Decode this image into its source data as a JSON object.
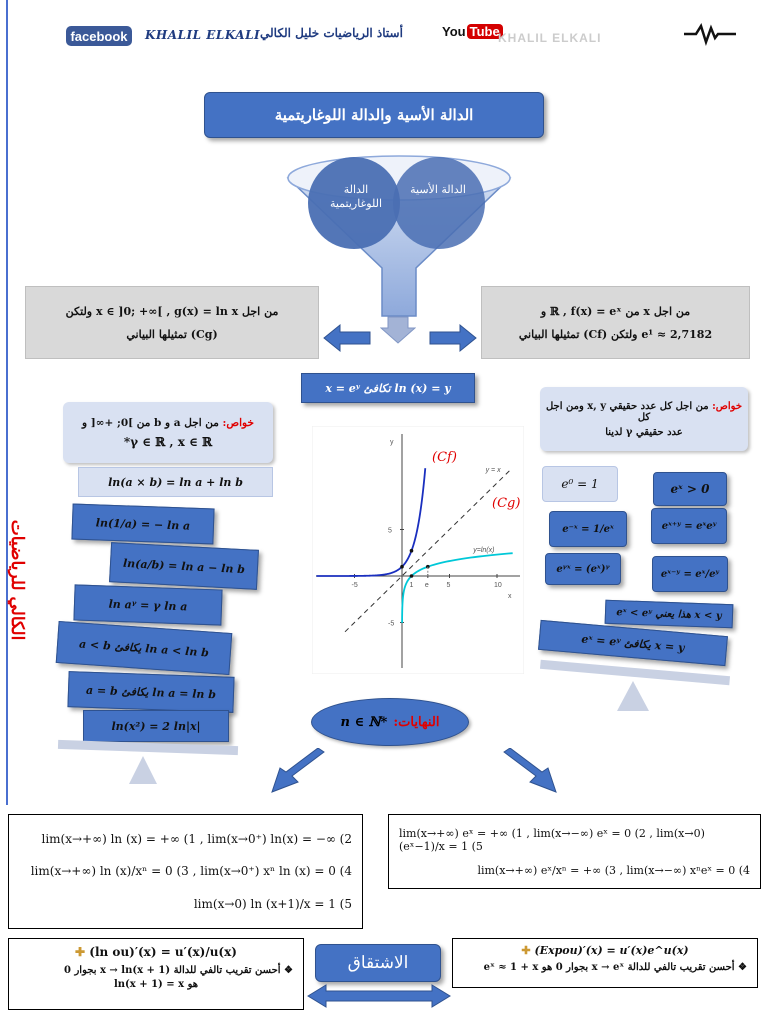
{
  "header": {
    "facebook": "facebook",
    "name": "KHALIL ELKALI",
    "teacher": "أستاذ الرياضيات خليل الكالي",
    "youtube": "YouTube",
    "youtube_faded": "KHALIL ELKALI"
  },
  "side_label": "الكالي للرياضيات",
  "title": "الدالة الأسية والدالة اللوغاريتمية",
  "funnel": {
    "left": "الدالة اللوغاريتمية",
    "right": "الدالة الأسية"
  },
  "left_def": {
    "line1": "من اجل x ∈ ]0; +∞[ ,  g(x) = ln x  ولتكن",
    "line2": "(Cg) تمثيلها البياني"
  },
  "right_def": {
    "line1": "من اجل x من ℝ ,  f(x) = eˣ  و",
    "line2": "e¹ ≈ 2,7182  ولتكن (Cf) تمثيلها البياني"
  },
  "equivalence": "x = eʸ  تكافئ  ln (x) = y",
  "ln_props": {
    "header_red": "خواص:",
    "header1": "من اجل a و b من ]0; +∞[ و",
    "header2": "γ ∈ ℝ , x ∈ ℝ*",
    "items": [
      "ln(a × b) = ln a + ln b",
      "ln(1/a) = − ln a",
      "ln(a/b) = ln a − ln b",
      "ln aᵞ = γ ln a",
      "a < b  يكافئ  ln a < ln b",
      "a = b  يكافئ  ln a = ln b",
      "ln(x²) = 2 ln|x|"
    ]
  },
  "exp_props": {
    "header_red": "خواص:",
    "header1": "من اجل كل عدد حقيقي x, y ومن اجل كل",
    "header2": "عدد حقيقي γ لدينا",
    "items": [
      "e⁰ = 1",
      "eˣ > 0",
      "e⁻ˣ = 1/eˣ",
      "eˣ⁺ʸ = eˣeʸ",
      "eᵞˣ = (eˣ)ᵞ",
      "eˣ⁻ʸ = eˣ/eʸ",
      "x < y  هذا يعني  eˣ < eʸ",
      "x = y  يكافئ  eˣ = eʸ"
    ]
  },
  "graph": {
    "cf_label": "(Cf)",
    "cg_label": "(Cg)",
    "y_eq_x": "y = x",
    "y_ln": "y=ln(x)",
    "x_axis": "x",
    "y_axis": "y",
    "ticks_x": [
      "-5",
      "e",
      "5",
      "10"
    ],
    "ticks_y": [
      "5",
      "-5"
    ],
    "tick_1": "1"
  },
  "limits_header": {
    "red": "النهايات:",
    "math": "n ∈ ℕ*"
  },
  "ln_limits": [
    "lim(x→+∞) ln (x) = +∞ (1 ,  lim(x→0⁺) ln(x) = −∞ (2",
    "lim(x→+∞) ln (x)/xⁿ = 0 (3 ,  lim(x→0⁺) xⁿ ln (x) = 0 (4",
    "lim(x→0) ln (x+1)/x = 1 (5"
  ],
  "exp_limits": [
    "lim(x→+∞) eˣ = +∞ (1 ,  lim(x→−∞) eˣ = 0 (2 ,  lim(x→0) (eˣ−1)/x = 1 (5",
    "lim(x→+∞) eˣ/xⁿ = +∞ (3 ,  lim(x→−∞) xⁿeˣ = 0 (4"
  ],
  "derivation": "الاشتقاق",
  "ln_deriv": {
    "formula": "(ln ou)′(x) = u′(x)/u(x)",
    "approx1": "أحسن تقريب تالفي للدالة x → ln(x + 1) بجوار 0",
    "approx2": "هو ln(x + 1) = x"
  },
  "exp_deriv": {
    "formula": "(Expou)′(x) = u′(x)e^u(x)",
    "approx1": "أحسن تقريب تالفي للدالة x → eˣ بجوار 0 هو eˣ ≈ 1 + x"
  },
  "colors": {
    "accent": "#4472c4",
    "red": "#e00000",
    "cyan": "#00c8d8",
    "navy_curve": "#1a2fbf"
  }
}
